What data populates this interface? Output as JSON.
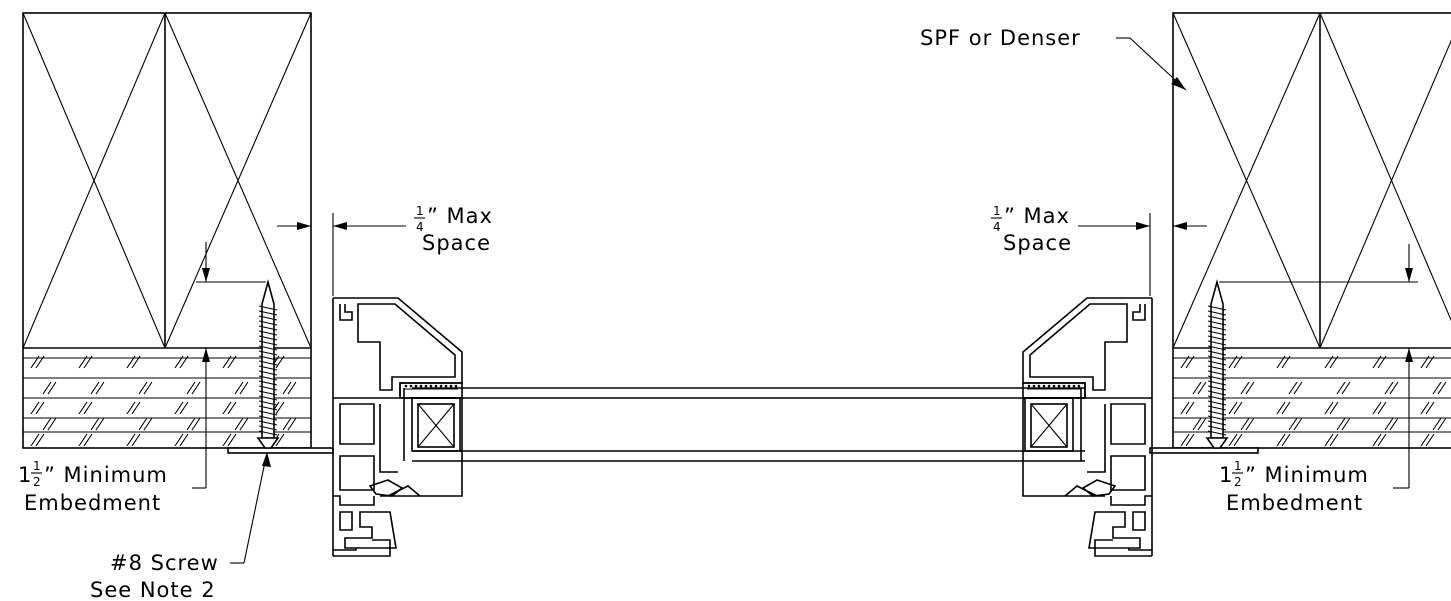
{
  "labels": {
    "spf": "SPF or Denser",
    "space_left": {
      "frac_num": "1",
      "frac_den": "4",
      "line1": "” Max",
      "line2": "Space"
    },
    "space_right": {
      "frac_num": "1",
      "frac_den": "4",
      "line1": "” Max",
      "line2": "Space"
    },
    "embed_left": {
      "whole": "1",
      "frac_num": "1",
      "frac_den": "2",
      "line1": "” Minimum",
      "line2": "Embedment"
    },
    "embed_right": {
      "whole": "1",
      "frac_num": "1",
      "frac_den": "2",
      "line1": "” Minimum",
      "line2": "Embedment"
    },
    "screw": {
      "line1": "#8 Screw",
      "line2": "See Note 2"
    }
  },
  "colors": {
    "line": "#000000",
    "background": "#ffffff"
  }
}
